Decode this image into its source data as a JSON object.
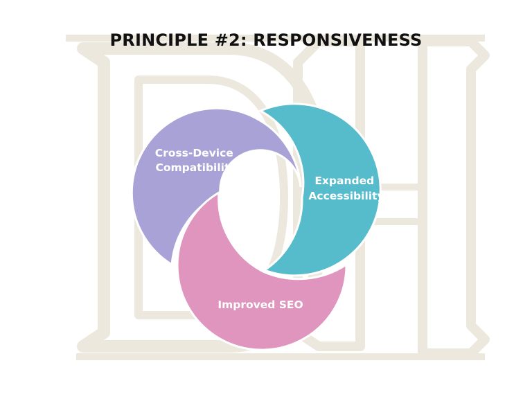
{
  "title": "PRINCIPLE #2: RESPONSIVENESS",
  "watermark": {
    "icon": "dh-monogram-logo",
    "color": "#ece8de"
  },
  "diagram": {
    "petals": [
      {
        "id": "cross-device",
        "label_lines": [
          "Cross-Device",
          "Compatibility"
        ],
        "color": "#a8a2d6"
      },
      {
        "id": "expanded-accessibility",
        "label_lines": [
          "Expanded",
          "Accessibility"
        ],
        "color": "#56bbcb"
      },
      {
        "id": "improved-seo",
        "label_lines": [
          "Improved SEO"
        ],
        "color": "#df95bd"
      }
    ]
  }
}
